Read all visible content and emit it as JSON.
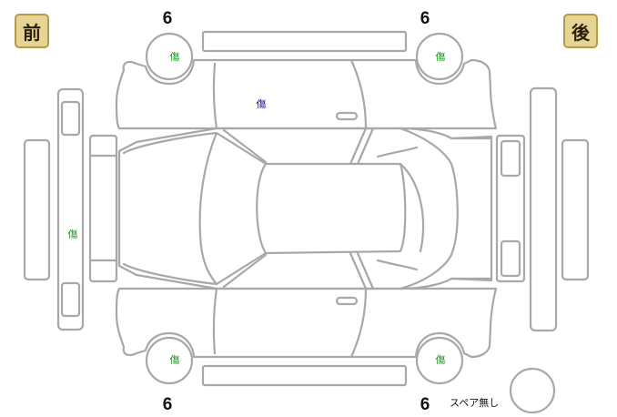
{
  "direction": {
    "front": "前",
    "rear": "後"
  },
  "tire_depth": {
    "front_left": "6",
    "rear_left": "6",
    "front_right": "6",
    "rear_right": "6"
  },
  "marks": {
    "front_left_wheel": "傷",
    "rear_left_wheel": "傷",
    "front_right_wheel": "傷",
    "rear_right_wheel": "傷",
    "front_left_door": "傷",
    "front_bumper": "傷"
  },
  "spare": {
    "label": "スペア無し"
  },
  "colors": {
    "line": "#a8a8a8",
    "badge_bg": "#e6d495",
    "mark_green": "#1a9a1a",
    "mark_blue": "#1a1a8a"
  }
}
